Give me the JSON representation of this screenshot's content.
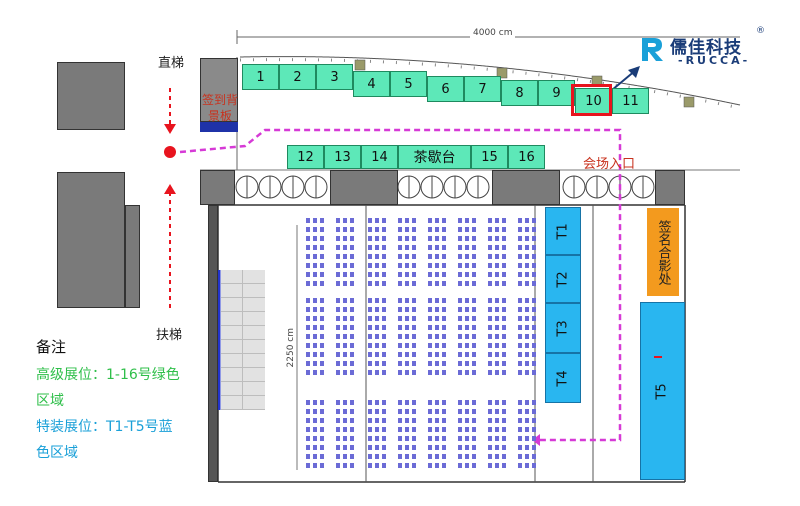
{
  "map": {
    "dim_top": "4000 cm",
    "dim_side": "2250 cm",
    "elevator_label": "直梯",
    "escalator_label": "扶梯",
    "sign_board_label": "签到背景板",
    "tea_break_label": "茶歇台",
    "entrance_label": "会场入口",
    "photo_area_label": "签名合影处",
    "booths_top": [
      "1",
      "2",
      "3",
      "4",
      "5",
      "6",
      "7",
      "8",
      "9",
      "10",
      "11"
    ],
    "booths_bottom": [
      "12",
      "13",
      "14",
      "15",
      "16"
    ],
    "special_booths": [
      "T1",
      "T2",
      "T3",
      "T4",
      "T5"
    ],
    "highlighted_booth": "10"
  },
  "logo": {
    "brand_cn": "儒佳科技",
    "brand_en": "-RUCCA-",
    "registered": "®"
  },
  "notes": {
    "title": "备注",
    "line_green_1": "高级展位：1-16号绿色",
    "line_green_2": "区域",
    "line_blue_1": "特装展位：T1-T5号蓝",
    "line_blue_2": "色区域"
  },
  "colors": {
    "booth_green": "#5de8b8",
    "booth_blue": "#29b6f0",
    "photo_orange": "#f39a1e",
    "path_magenta": "#d63ad6",
    "highlight_red": "#e8141e",
    "note_green": "#2fbf4a",
    "note_blue": "#1aa0d8"
  }
}
